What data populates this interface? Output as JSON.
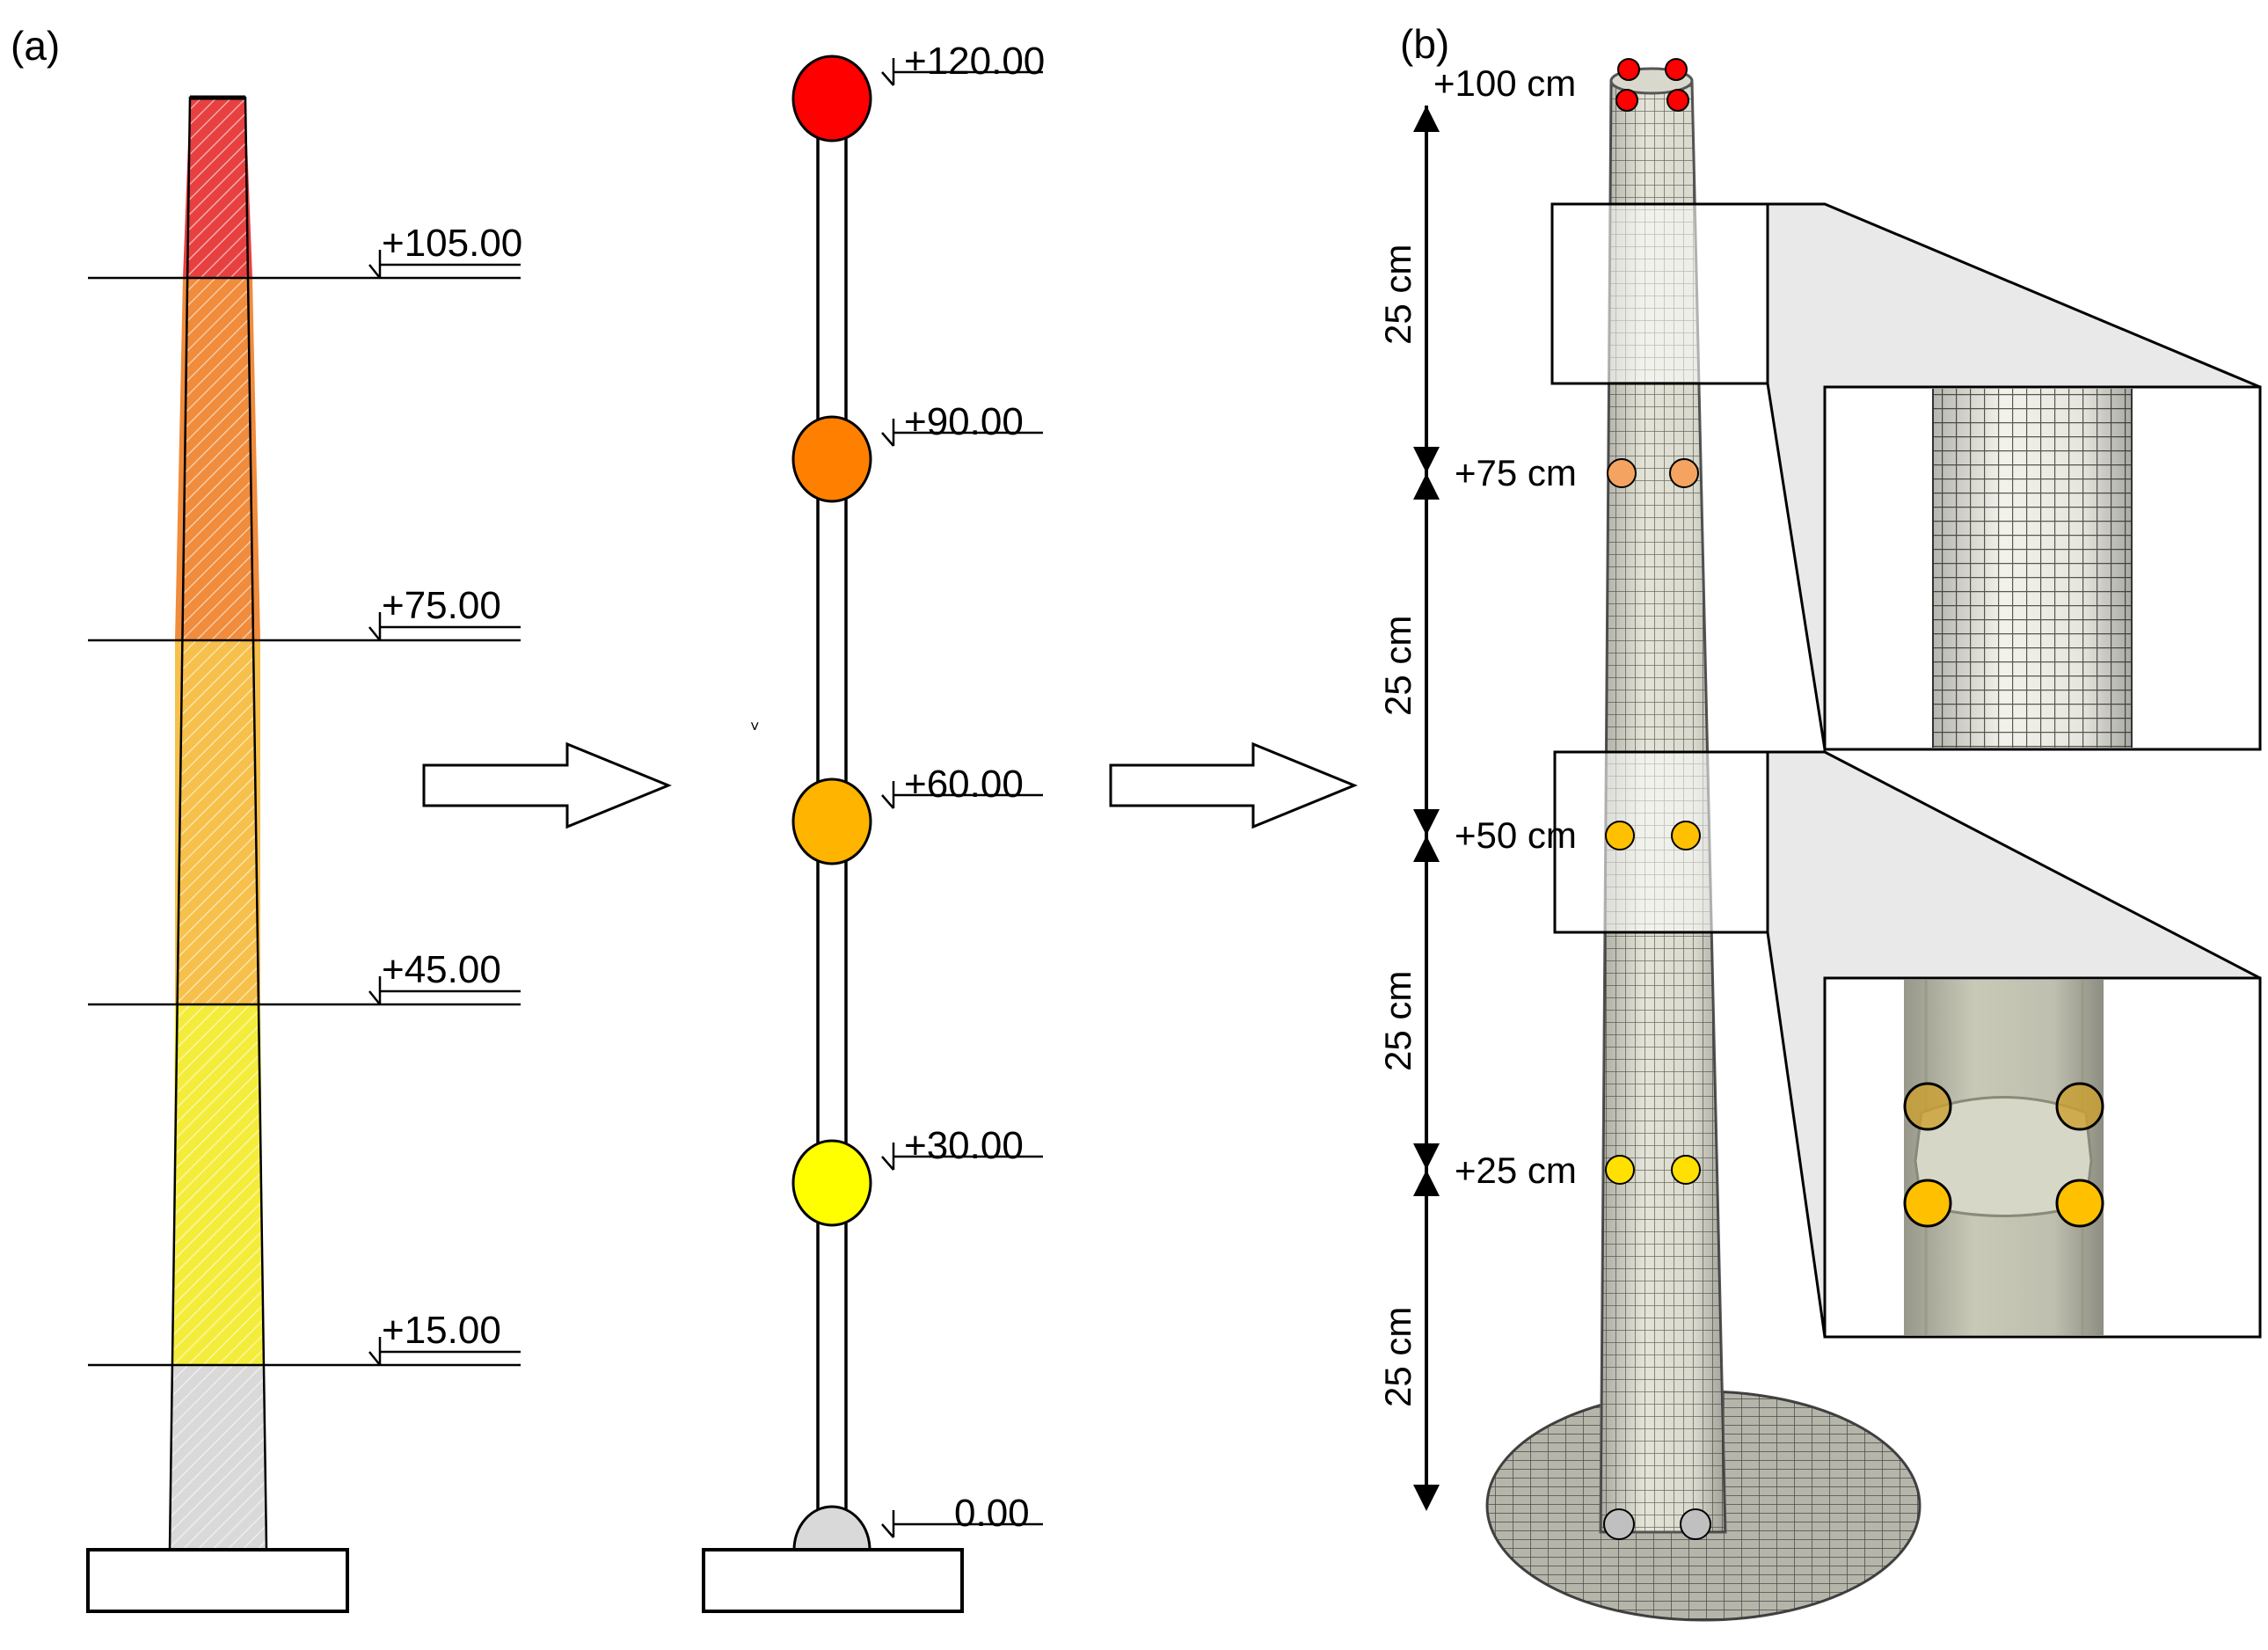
{
  "panel_a": {
    "label": "(a)",
    "tower_levels": [
      "+105.00",
      "+75.00",
      "+45.00",
      "+15.00"
    ],
    "segment_colors": [
      "#e84040",
      "#f08c3c",
      "#f6c04a",
      "#f4ec3a",
      "#d9d9d9"
    ],
    "node_levels": [
      "+120.00",
      "+90.00",
      "+60.00",
      "+30.00",
      "0.00"
    ],
    "node_colors": [
      "#ff0000",
      "#ff8000",
      "#ffb400",
      "#ffff00",
      "#d9d9d9"
    ],
    "stray_mark": "˅"
  },
  "panel_b": {
    "label": "(b)",
    "level_labels": [
      "+100 cm",
      "+75 cm",
      "+50 cm",
      "+25 cm"
    ],
    "spacing_labels": [
      "25 cm",
      "25 cm",
      "25 cm",
      "25 cm"
    ],
    "marker_colors": [
      "#ff0000",
      "#f4a460",
      "#ffc000",
      "#ffe000",
      "#c0c0c0"
    ]
  },
  "colors": {
    "mesh_fill": "#e4e4d8",
    "mesh_line": "#6f6f66",
    "zoom_bg": "#ebebeb"
  }
}
